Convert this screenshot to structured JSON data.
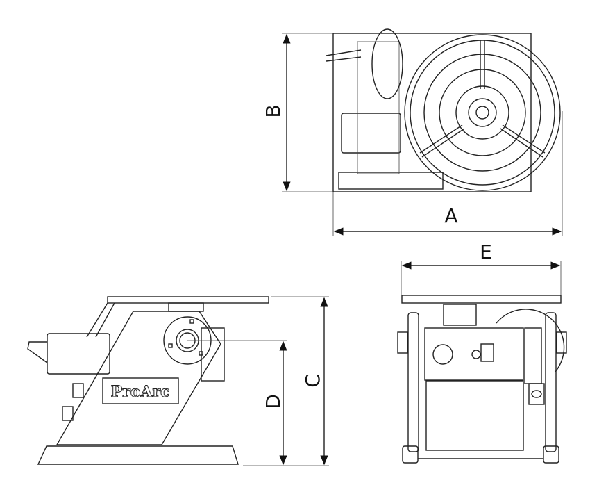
{
  "dimensions": {
    "A": "A",
    "B": "B",
    "C": "C",
    "D": "D",
    "E": "E"
  },
  "logo": "ProArc",
  "colors": {
    "line": "#222222",
    "background": "#ffffff"
  }
}
